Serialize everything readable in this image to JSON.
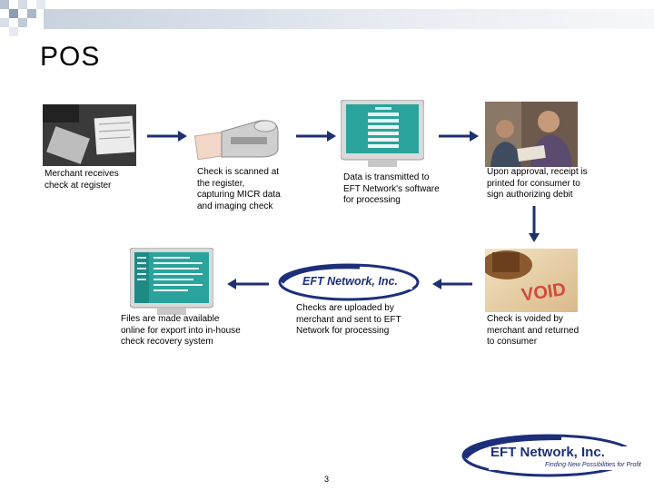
{
  "slide": {
    "title": "POS",
    "page_number": "3"
  },
  "steps": {
    "receive": "Merchant receives check at register",
    "scan": "Check is scanned at the register, capturing MICR data and imaging check",
    "transmit": "Data is transmitted to EFT Network's software for processing",
    "approval": "Upon approval, receipt is printed for consumer to sign authorizing debit",
    "void": "Check is voided by merchant and returned to consumer",
    "upload": "Checks are uploaded by merchant and sent to EFT Network for processing",
    "files": "Files are made available online for export into in-house check recovery system"
  },
  "void_stamp": "VOID",
  "logo_center": {
    "name": "EFT Network, Inc."
  },
  "logo_corner": {
    "name": "EFT Network, Inc.",
    "tagline": "Finding New Possibilities for Profit"
  },
  "colors": {
    "arrow": "#1f2f70",
    "logo_blue": "#1d2f7a",
    "screen": "#2aa39c",
    "void_red": "#d24a3a"
  }
}
